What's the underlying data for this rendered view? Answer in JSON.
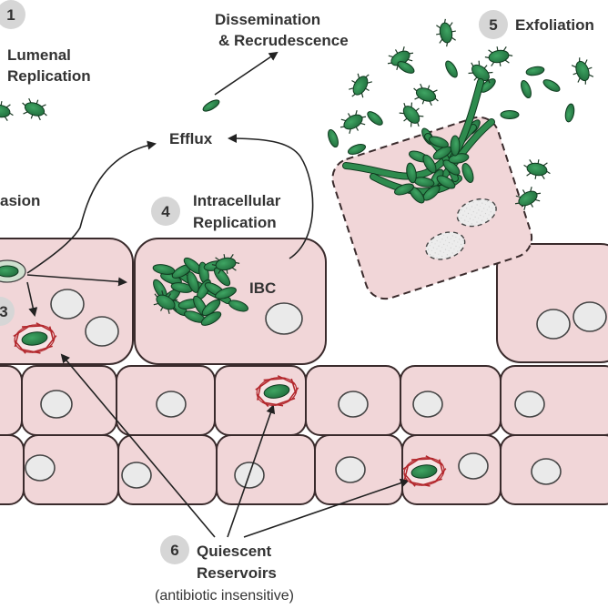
{
  "labels": {
    "step1_number": "1",
    "step1_text_line1": "Lumenal",
    "step1_text_line2": "Replication",
    "dissemination_line1": "Dissemination",
    "dissemination_line2": "& Recrudescence",
    "step5_number": "5",
    "step5_text": "Exfoliation",
    "efflux": "Efflux",
    "step2_text_partial": "asion",
    "step4_number": "4",
    "step4_text_line1": "Intracellular",
    "step4_text_line2": "Replication",
    "ibc": "IBC",
    "step3_number_partial": "3",
    "step6_number": "6",
    "step6_text_line1": "Quiescent",
    "step6_text_line2": "Reservoirs",
    "step6_note": "(antibiotic insensitive)"
  },
  "colors": {
    "cell_fill": "#f1d6d8",
    "cell_stroke": "#3a2b2c",
    "bacteria": "#2e8b4e",
    "bacteria_dark": "#1d5e34",
    "nucleus": "#eaeaea",
    "badge": "#d6d6d6",
    "reservoir_fiber": "#b3282d"
  }
}
